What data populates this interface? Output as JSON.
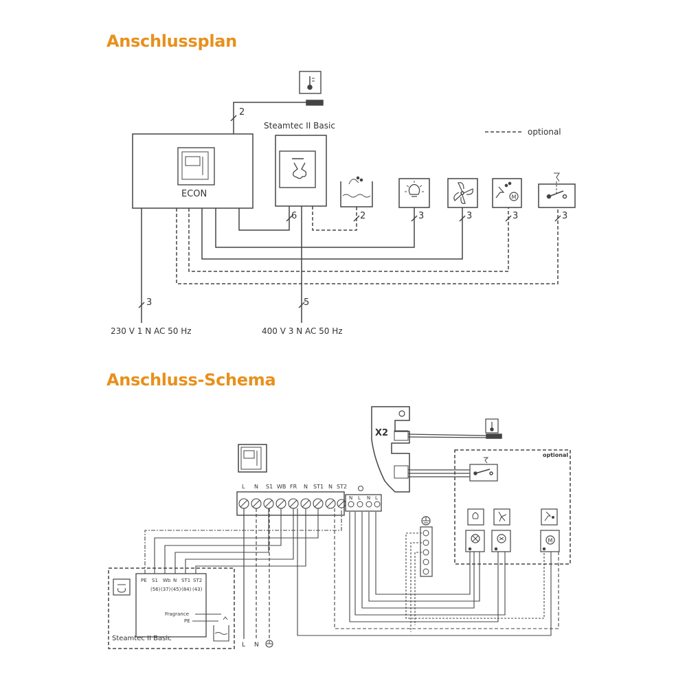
{
  "diagram1": {
    "title": "Anschlussplan",
    "econ_label": "ECON",
    "steamtec_label": "Steamtec II Basic",
    "legend_optional": "optional",
    "supply_230": "230 V  1 N AC 50 Hz",
    "supply_400": "400 V 3 N AC 50 Hz",
    "wire_counts": {
      "sensor": "2",
      "steamtec": "6",
      "fragrance": "2",
      "light": "3",
      "fan": "3",
      "valve": "3",
      "switch": "3",
      "supply_230": "3",
      "supply_400": "5"
    },
    "icons": [
      "thermometer-icon",
      "econ-control-icon",
      "steam-generator-icon",
      "fragrance-tank-icon",
      "light-icon",
      "fan-icon",
      "valve-motor-icon",
      "switch-icon"
    ]
  },
  "diagram2": {
    "title": "Anschluss-Schema",
    "x2_label": "X2",
    "optional_label": "optional",
    "terminal_labels": [
      "L",
      "N",
      "S1",
      "WB",
      "FR",
      "N",
      "ST1",
      "N",
      "ST2"
    ],
    "small_terminal_labels": [
      "N",
      "L",
      "N",
      "L"
    ],
    "steamtec_terminals_top": [
      "PE",
      "S1",
      "Wb",
      "N",
      "ST1",
      "ST2"
    ],
    "steamtec_terminals_bottom": [
      "(56)",
      "(37)",
      "(45)",
      "(84)",
      "(43)"
    ],
    "fragrance_label": "Fragrance",
    "pe_label": "PE",
    "steamtec_box_label": "Steamtec II Basic",
    "bottom_labels": [
      "L",
      "N"
    ]
  }
}
